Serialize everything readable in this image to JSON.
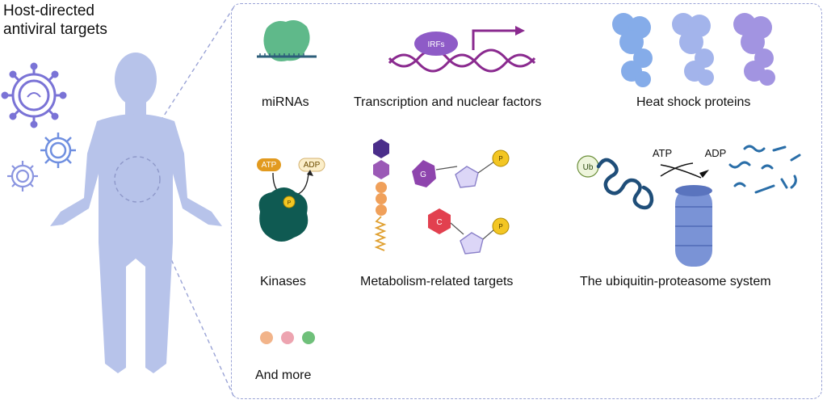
{
  "title": {
    "line1": "Host-directed",
    "line2": "antiviral targets"
  },
  "categories": {
    "mirnas": "miRNAs",
    "transcription": "Transcription and nuclear factors",
    "heat_shock": "Heat shock proteins",
    "kinases": "Kinases",
    "metabolism": "Metabolism-related targets",
    "ubiquitin": "The ubiquitin-proteasome system",
    "more": "And more"
  },
  "icon_labels": {
    "irfs": "IRFs",
    "atp": "ATP",
    "adp": "ADP",
    "phosphate": "P",
    "g": "G",
    "c": "C",
    "ub": "Ub",
    "atp_text": "ATP",
    "adp_text": "ADP"
  },
  "colors": {
    "body": "#b7c3ea",
    "dashed_border": "#9aa3d6",
    "virus": "#7a73d6",
    "mirna_green": "#5fb98a",
    "transcription_purple": "#8a2a8f",
    "kinase_teal": "#0f5a52",
    "metabolism_purple": "#8e44ad",
    "ubiquitin_blue": "#1f4e79",
    "proteasome_blue": "#7a93d6"
  }
}
